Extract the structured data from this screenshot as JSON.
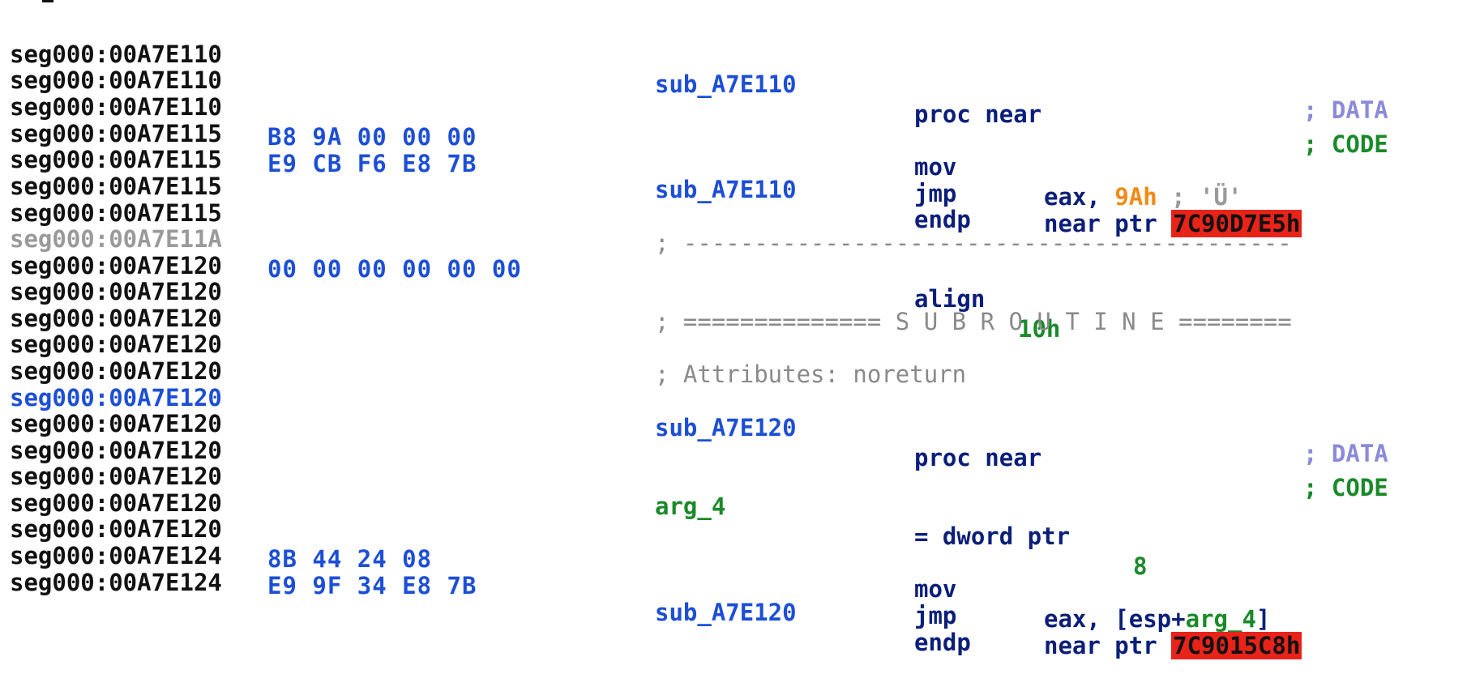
{
  "lines": [
    {
      "addr": "seg000:00A7E110",
      "bytes": "",
      "label": "sub_A7E110",
      "mnem": "proc near",
      "ops": "",
      "xref": "; CODE"
    },
    {
      "addr": "seg000:00A7E110",
      "bytes": "",
      "label": "",
      "mnem": "",
      "ops": "",
      "xref": "; DATA"
    },
    {
      "addr": "seg000:00A7E110",
      "bytes": "B8 9A 00 00 00",
      "label": "",
      "mnem": "mov",
      "ops_a": "eax, ",
      "ops_num": "9Ah",
      "ops_cmt": " ; 'Ü'"
    },
    {
      "addr": "seg000:00A7E115",
      "bytes": "E9 CB F6 E8 7B",
      "label": "",
      "mnem": "jmp",
      "ops_a": "near ptr ",
      "ops_target": "7C90D7E5h"
    },
    {
      "addr": "seg000:00A7E115",
      "bytes": "",
      "label": "sub_A7E110",
      "mnem": "endp"
    },
    {
      "addr": "seg000:00A7E115"
    },
    {
      "addr": "seg000:00A7E115",
      "sep": "; -------------------------------------------"
    },
    {
      "addr": "seg000:00A7E11A",
      "bytes": "00 00 00 00 00 00",
      "mnem": "align",
      "ops_num": "10h"
    },
    {
      "addr": "seg000:00A7E120"
    },
    {
      "addr": "seg000:00A7E120",
      "sep": "; ============== S U B R O U T I N E ========"
    },
    {
      "addr": "seg000:00A7E120"
    },
    {
      "addr": "seg000:00A7E120",
      "sep": "; Attributes: noreturn"
    },
    {
      "addr": "seg000:00A7E120"
    },
    {
      "addr": "seg000:00A7E120",
      "label": "sub_A7E120",
      "mnem": "proc near",
      "xref": "; CODE"
    },
    {
      "addr": "seg000:00A7E120",
      "xref": "; DATA"
    },
    {
      "addr": "seg000:00A7E120"
    },
    {
      "addr": "seg000:00A7E120",
      "label": "arg_4",
      "mnem": "= dword ptr",
      "ops_num": "8"
    },
    {
      "addr": "seg000:00A7E120"
    },
    {
      "addr": "seg000:00A7E120",
      "bytes": "8B 44 24 08",
      "mnem": "mov",
      "ops_a": "eax, [esp+",
      "ops_arg": "arg_4",
      "ops_b": "]"
    },
    {
      "addr": "seg000:00A7E124",
      "bytes": "E9 9F 34 E8 7B",
      "mnem": "jmp",
      "ops_a": "near ptr ",
      "ops_target": "7C9015C8h"
    },
    {
      "addr": "seg000:00A7E124",
      "label": "sub_A7E120",
      "mnem": "endp"
    }
  ]
}
